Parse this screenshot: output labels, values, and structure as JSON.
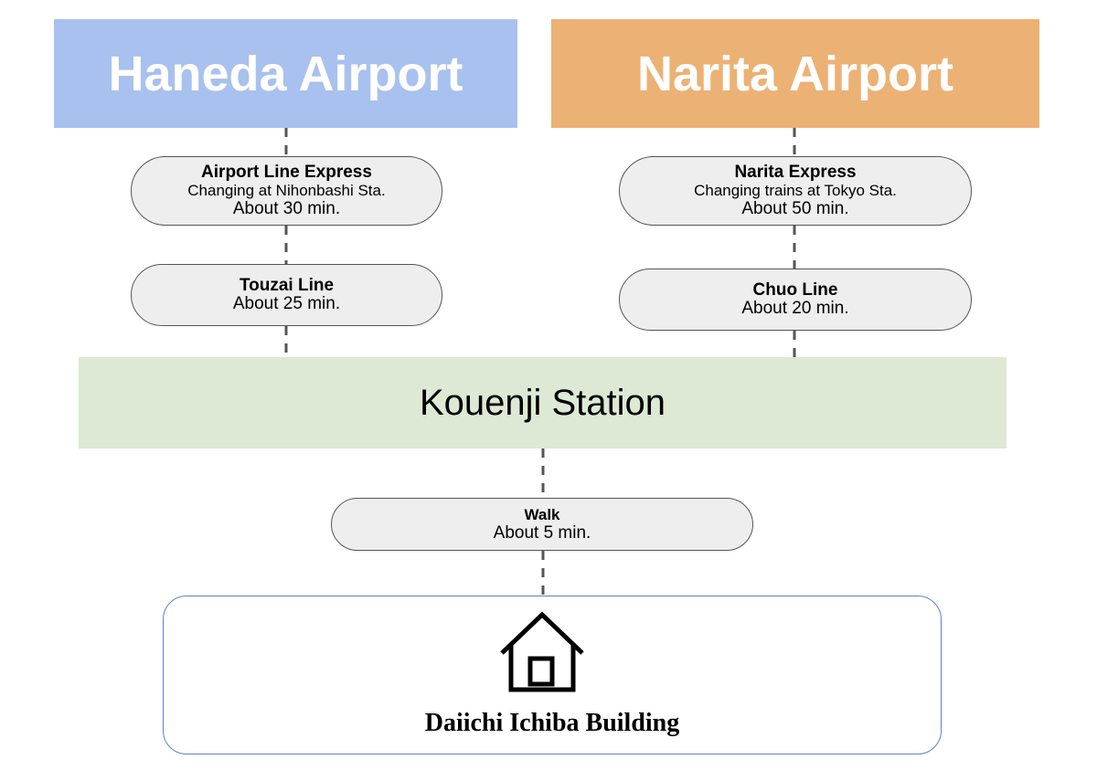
{
  "origins": {
    "haneda": {
      "label": "Haneda Airport",
      "color": "#a8c1ee"
    },
    "narita": {
      "label": "Narita Airport",
      "color": "#ecb174"
    }
  },
  "haneda_route": [
    {
      "line": "Airport Line Express",
      "note": "Changing at Nihonbashi Sta.",
      "duration": "About 30 min."
    },
    {
      "line": "Touzai Line",
      "duration": "About 25 min."
    }
  ],
  "narita_route": [
    {
      "line": "Narita Express",
      "note": "Changing trains at Tokyo Sta.",
      "duration": "About 50 min."
    },
    {
      "line": "Chuo Line",
      "duration": "About 20 min."
    }
  ],
  "station": {
    "label": "Kouenji Station",
    "color": "#dde9d4"
  },
  "final_leg": {
    "mode": "Walk",
    "duration": "About 5 min."
  },
  "destination": {
    "label": "Daiichi Ichiba Building",
    "icon": "house-icon",
    "border_color": "#5a84c8"
  }
}
